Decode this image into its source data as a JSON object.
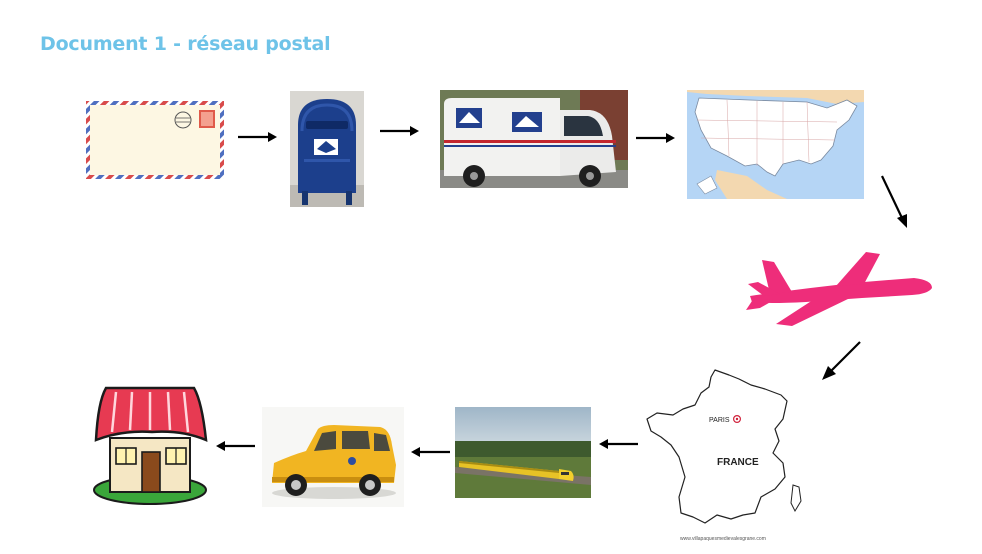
{
  "title": "Document 1 - réseau postal",
  "france_map": {
    "city_label": "PARIS",
    "country_label": "FRANCE",
    "credit": "www.villapaquesmedievalesgrane.com"
  },
  "colors": {
    "title": "#6ec3e8",
    "plane": "#ee2d7a",
    "arrow": "#000000",
    "us_map_land": "#ffffff",
    "us_map_water": "#b5d5f5",
    "us_map_neighbors": "#f3d8b0",
    "postal_car": "#f1b522"
  },
  "steps": [
    {
      "icon": "envelope-icon"
    },
    {
      "icon": "mailbox-icon"
    },
    {
      "icon": "mail-truck-icon"
    },
    {
      "icon": "us-map-icon"
    },
    {
      "icon": "airplane-icon"
    },
    {
      "icon": "france-map-icon"
    },
    {
      "icon": "train-icon"
    },
    {
      "icon": "postal-car-icon"
    },
    {
      "icon": "house-icon"
    }
  ]
}
